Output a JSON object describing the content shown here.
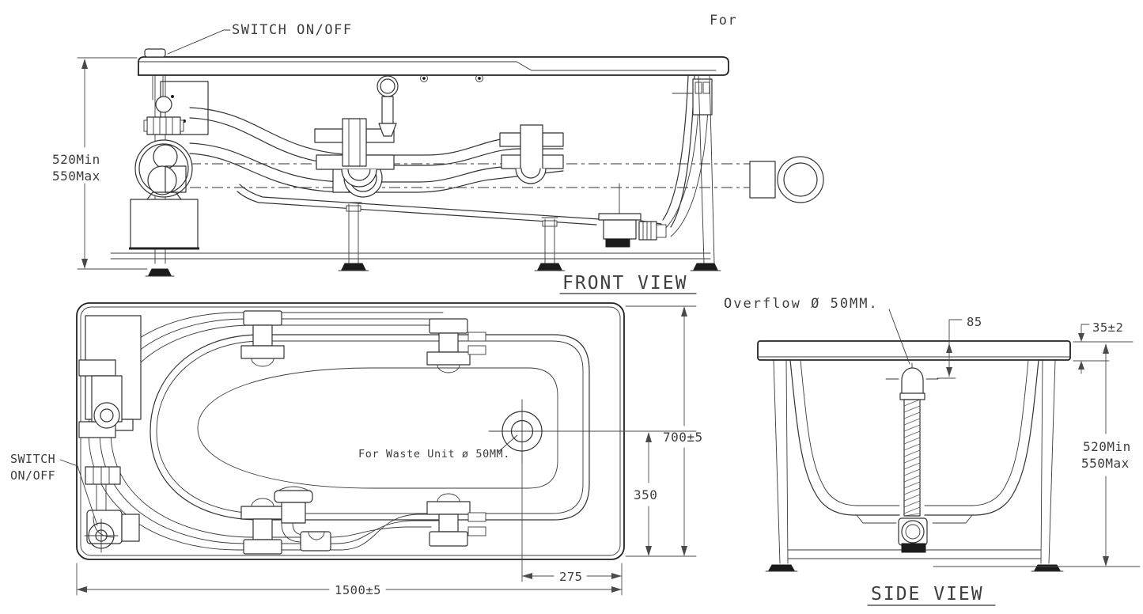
{
  "front_view": {
    "title": "FRONT VIEW",
    "switch_label": "SWITCH ON/OFF",
    "height_dim_line1": "520Min",
    "height_dim_line2": "550Max"
  },
  "top_view": {
    "switch_label_line1": "SWITCH",
    "switch_label_line2": "ON/OFF",
    "waste_label": "For Waste Unit ø 50MM.",
    "dim_width": "700±5",
    "dim_waste_center": "350",
    "dim_waste_end": "275",
    "dim_length": "1500±5"
  },
  "side_view": {
    "title": "SIDE VIEW",
    "overflow_label": "Overflow Ø 50MM.",
    "dim_overflow_height": "85",
    "dim_rim_thickness": "35±2",
    "height_dim_line1": "520Min",
    "height_dim_line2": "550Max"
  },
  "misc": {
    "top_right_text": "For",
    "colors": {
      "line": "#333333",
      "text": "#3d3d3d",
      "background": "#ffffff"
    }
  }
}
